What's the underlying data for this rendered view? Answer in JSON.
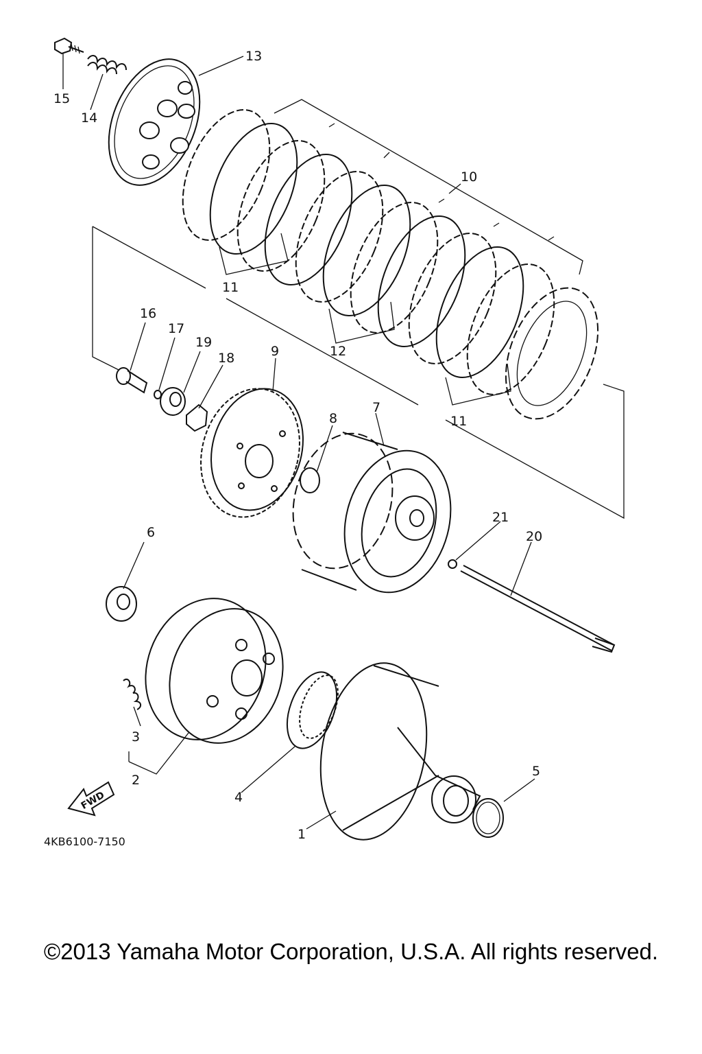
{
  "diagram": {
    "callouts": [
      {
        "id": "c1",
        "label": "1"
      },
      {
        "id": "c2",
        "label": "2"
      },
      {
        "id": "c3",
        "label": "3"
      },
      {
        "id": "c4",
        "label": "4"
      },
      {
        "id": "c5",
        "label": "5"
      },
      {
        "id": "c6",
        "label": "6"
      },
      {
        "id": "c7",
        "label": "7"
      },
      {
        "id": "c8",
        "label": "8"
      },
      {
        "id": "c9",
        "label": "9"
      },
      {
        "id": "c10",
        "label": "10"
      },
      {
        "id": "c11a",
        "label": "11"
      },
      {
        "id": "c11b",
        "label": "11"
      },
      {
        "id": "c12",
        "label": "12"
      },
      {
        "id": "c13",
        "label": "13"
      },
      {
        "id": "c14",
        "label": "14"
      },
      {
        "id": "c15",
        "label": "15"
      },
      {
        "id": "c16",
        "label": "16"
      },
      {
        "id": "c17",
        "label": "17"
      },
      {
        "id": "c18",
        "label": "18"
      },
      {
        "id": "c19",
        "label": "19"
      },
      {
        "id": "c20",
        "label": "20"
      },
      {
        "id": "c21",
        "label": "21"
      }
    ],
    "fwd_label": "FWD",
    "drawing_number": "4KB6100-7150"
  },
  "copyright": "©2013 Yamaha Motor Corporation, U.S.A. All rights reserved."
}
